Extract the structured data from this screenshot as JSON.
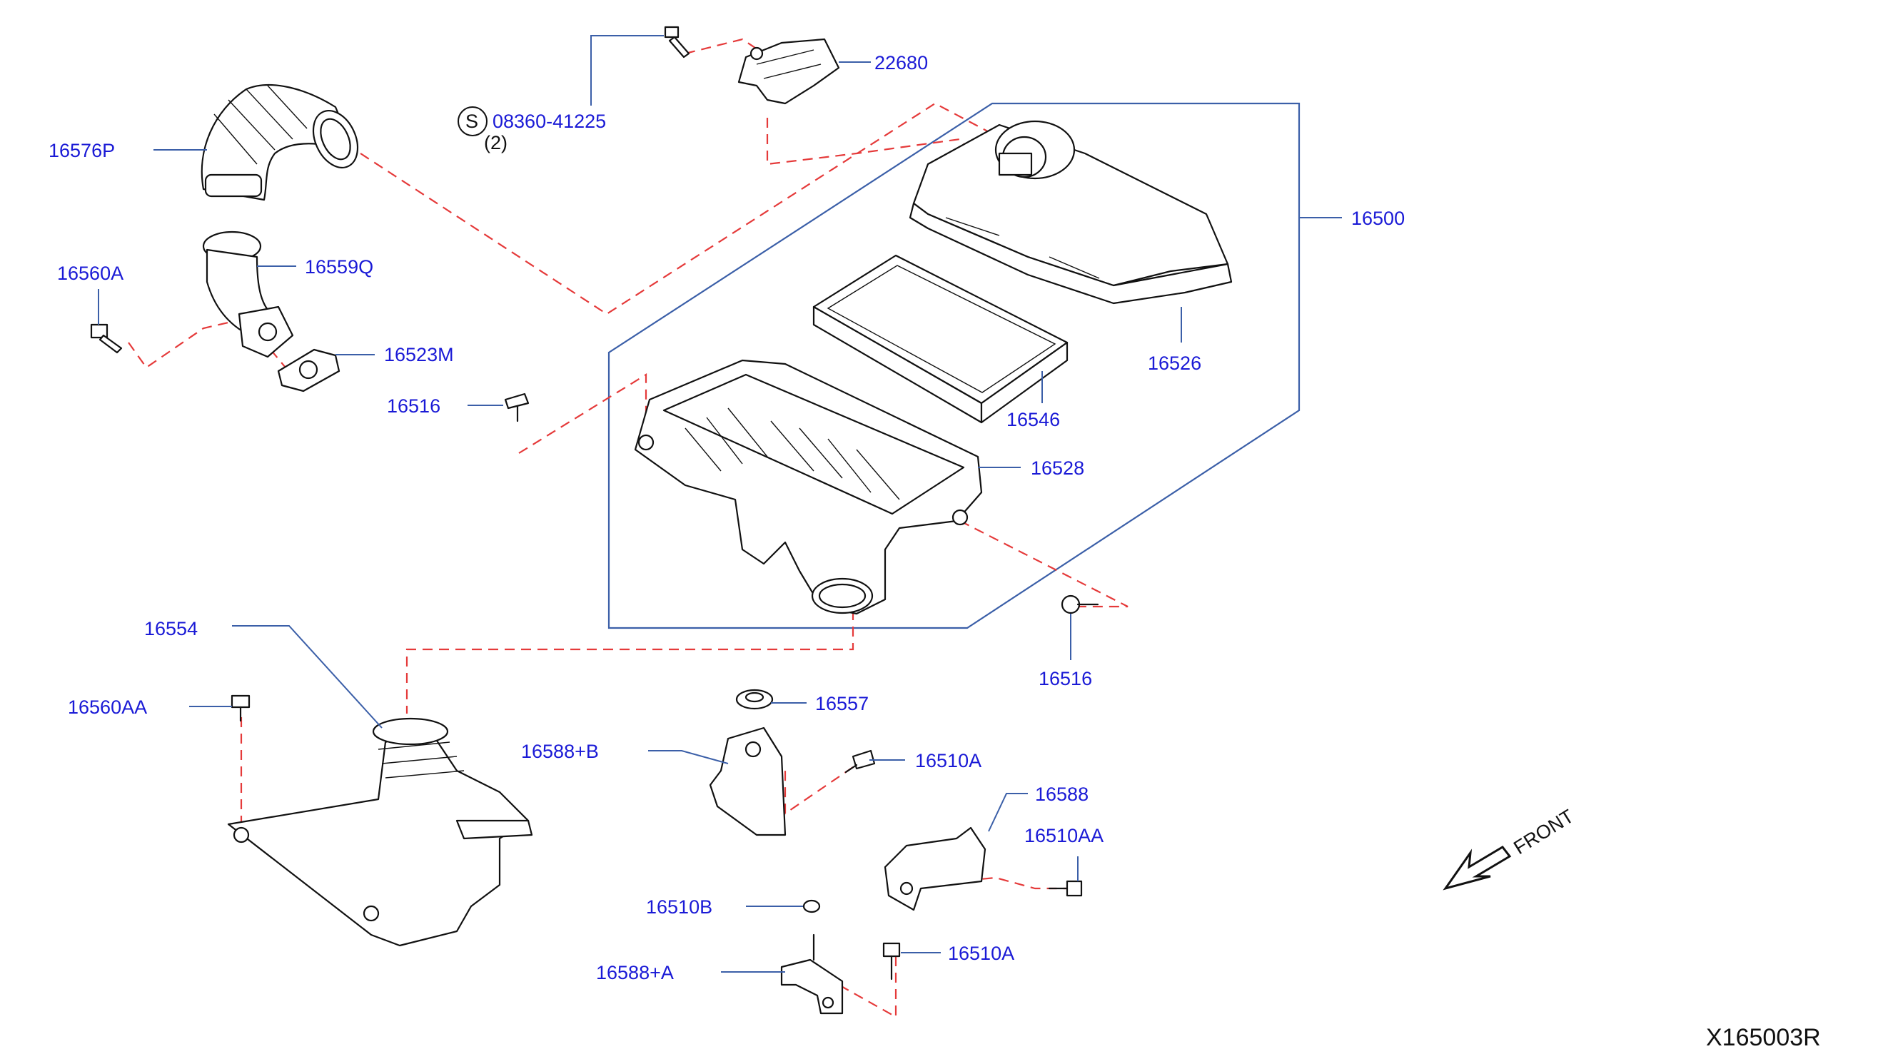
{
  "labels": {
    "p22680": "22680",
    "p08360": "08360-41225",
    "p08360_qty": "(2)",
    "p08360_s": "S",
    "p16576P": "16576P",
    "p16559Q": "16559Q",
    "p16560A": "16560A",
    "p16523M": "16523M",
    "p16516a": "16516",
    "p16500": "16500",
    "p16526": "16526",
    "p16546": "16546",
    "p16528": "16528",
    "p16516b": "16516",
    "p16554": "16554",
    "p16560AA": "16560AA",
    "p16557": "16557",
    "p16588B": "16588+B",
    "p16510A_1": "16510A",
    "p16588": "16588",
    "p16510AA": "16510AA",
    "p16510B": "16510B",
    "p16588A": "16588+A",
    "p16510A_2": "16510A"
  },
  "front_label": "FRONT",
  "diagram_code": "X165003R",
  "colors": {
    "label_text": "#1a1ad6",
    "leader_line": "#3b5fa8",
    "dashed_line": "#e53a3a",
    "part_outline": "#111111"
  }
}
